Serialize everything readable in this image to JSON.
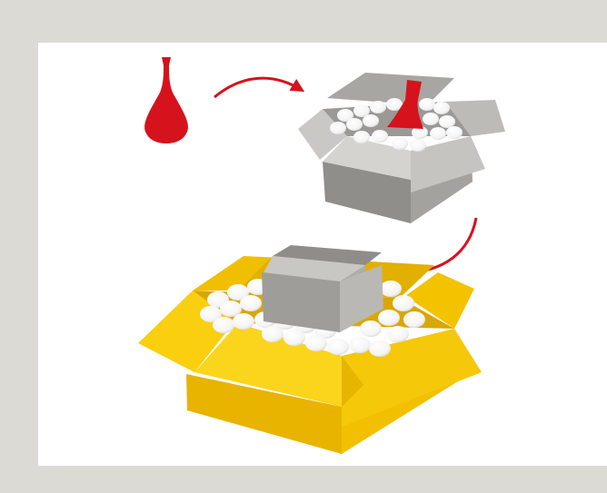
{
  "colors": {
    "page_background": "#dcdad5",
    "panel_background": "#ffffff",
    "accent_red": "#d6121c",
    "outer_box_yellow": "#f5c400",
    "inner_box_gray": "#b5b4b1",
    "packing_peanuts": "#ffffff"
  },
  "illustration": {
    "steps": [
      {
        "object": "vase-icon",
        "color": "accent_red"
      },
      {
        "object": "inner-box-with-packing",
        "color": "inner_box_gray"
      },
      {
        "object": "outer-box-with-packing",
        "color": "outer_box_yellow"
      }
    ],
    "arrows": [
      "arrow-vase-to-inner-box",
      "arrow-inner-box-to-outer-box"
    ]
  }
}
